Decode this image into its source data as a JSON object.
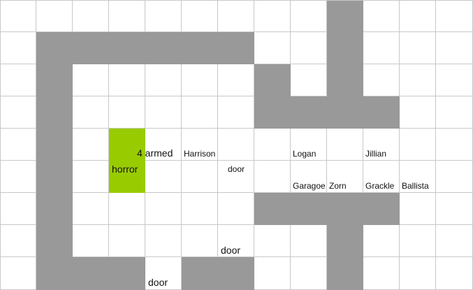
{
  "grid": {
    "cols": 13,
    "rows": 9,
    "cells": [
      ".........W...",
      ".WWWWWW..W...",
      ".W.....W.W...",
      ".W.....WWWW..",
      ".W.G.........",
      ".W.G.........",
      ".W.....WWWW..",
      ".W.......W...",
      ".WWW.WW..W..."
    ]
  },
  "colors": {
    "wall": "#999999",
    "floor": "#ffffff",
    "monster": "#99cc00",
    "grid_line": "#c8c8c8"
  },
  "legend_codes": {
    "W": "wall",
    "G": "monster",
    ".": "floor"
  },
  "monster": {
    "name": "4 armed horror",
    "line1": "4  armed",
    "line2": "horror"
  },
  "doors": [
    {
      "id": "door-center",
      "label": "door"
    },
    {
      "id": "door-lower",
      "label": "door"
    },
    {
      "id": "door-bottom",
      "label": "door"
    }
  ],
  "characters": [
    {
      "id": "harrison",
      "name": "Harrison"
    },
    {
      "id": "logan",
      "name": "Logan"
    },
    {
      "id": "jillian",
      "name": "Jillian"
    },
    {
      "id": "garagoe",
      "name": "Garagoe"
    },
    {
      "id": "zorn",
      "name": "Zorn"
    },
    {
      "id": "grackle",
      "name": "Grackle"
    },
    {
      "id": "ballista",
      "name": "Ballista"
    }
  ]
}
